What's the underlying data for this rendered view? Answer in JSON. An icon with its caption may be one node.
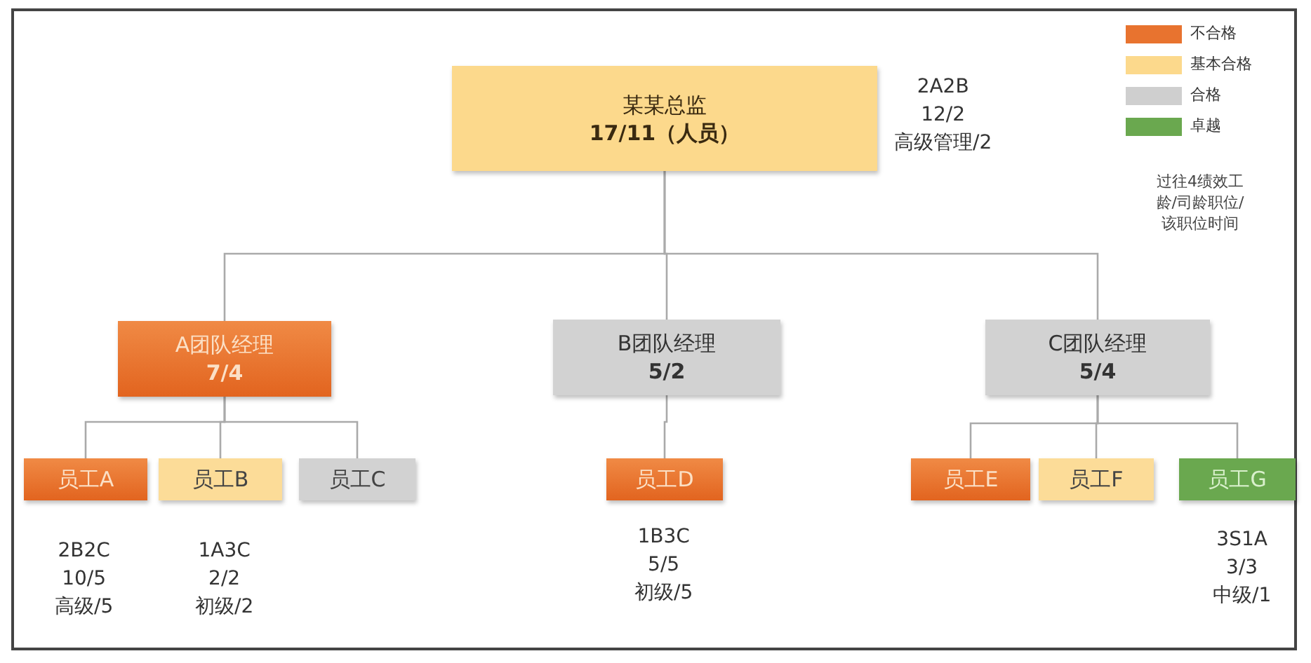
{
  "diagram": {
    "nodes": [
      {
        "text": [
          "某某总监",
          "17/11（人员）"
        ],
        "beside": [
          "2A2B 12/2 高级管理/2"
        ]
      },
      {
        "text": [
          "A团队经理",
          "7/4"
        ]
      },
      {
        "text": [
          "B团队经理",
          "5/2"
        ]
      },
      {
        "text": [
          "C团队经理",
          "5/4"
        ]
      },
      {
        "text": [
          "员工A"
        ],
        "beside": [
          "2B2C 10/5 高级/5"
        ]
      },
      {
        "text": [
          "员工B"
        ],
        "beside": [
          "1A3C 2/2 初级/2"
        ]
      },
      {
        "text": [
          "员工C"
        ]
      },
      {
        "text": [
          "员工D"
        ],
        "beside": [
          "1B3C 5/5 初级/5"
        ]
      },
      {
        "text": [
          "员工E"
        ]
      },
      {
        "text": [
          "员工F"
        ]
      },
      {
        "text": [
          "员工G"
        ],
        "beside": [
          "3S1A 3/3 中级/1"
        ]
      }
    ],
    "edges": [
      {
        "from": 0,
        "to": 1,
        "arrow": "none"
      },
      {
        "from": 0,
        "to": 2,
        "arrow": "none"
      },
      {
        "from": 0,
        "to": 3,
        "arrow": "none"
      },
      {
        "from": 1,
        "to": 4,
        "arrow": "none"
      },
      {
        "from": 1,
        "to": 5,
        "arrow": "none"
      },
      {
        "from": 1,
        "to": 6,
        "arrow": "none"
      },
      {
        "from": 2,
        "to": 7,
        "arrow": "none"
      },
      {
        "from": 3,
        "to": 8,
        "arrow": "none"
      },
      {
        "from": 3,
        "to": 9,
        "arrow": "none"
      },
      {
        "from": 3,
        "to": 10,
        "arrow": "none"
      }
    ],
    "labels": [
      "过往4绩效工龄/司龄职位/该职位时间"
    ],
    "legend": [
      {
        "text": "不合格",
        "color": "#e8732f"
      },
      {
        "text": "基本合格",
        "color": "#fcd98c"
      },
      {
        "text": "合格",
        "color": "#cfcfcf"
      },
      {
        "text": "卓越",
        "color": "#6aa84f"
      }
    ]
  }
}
